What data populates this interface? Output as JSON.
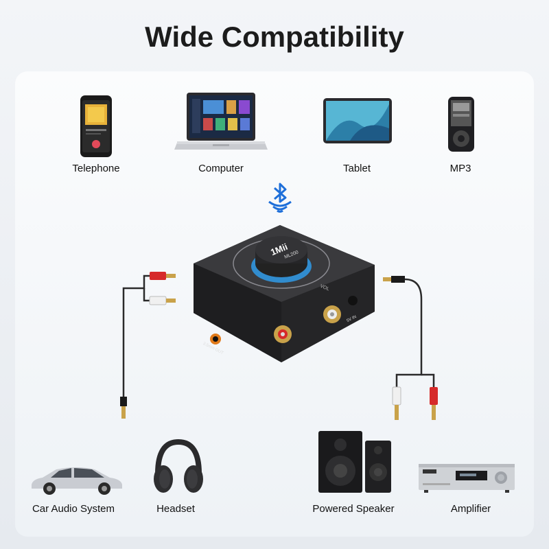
{
  "title": "Wide Compatibility",
  "device": {
    "brand": "1Mii",
    "model": "ML200",
    "knob_label": "VOL",
    "port_left": "3.5mm OUT",
    "port_right": "5V IN"
  },
  "top_devices": [
    {
      "label": "Telephone",
      "icon": "phone-icon"
    },
    {
      "label": "Computer",
      "icon": "laptop-icon"
    },
    {
      "label": "Tablet",
      "icon": "tablet-icon"
    },
    {
      "label": "MP3",
      "icon": "mp3-player-icon"
    }
  ],
  "bottom_devices": [
    {
      "label": "Car Audio System",
      "icon": "car-icon"
    },
    {
      "label": "Headset",
      "icon": "headphones-icon"
    },
    {
      "label": "Powered Speaker",
      "icon": "speakers-icon"
    },
    {
      "label": "Amplifier",
      "icon": "amplifier-icon"
    }
  ],
  "colors": {
    "bluetooth": "#1e6fd9",
    "led": "#2fa8ff",
    "rca_red": "#d62a2a",
    "rca_white": "#f0f0f0",
    "gold": "#c9a24a"
  }
}
